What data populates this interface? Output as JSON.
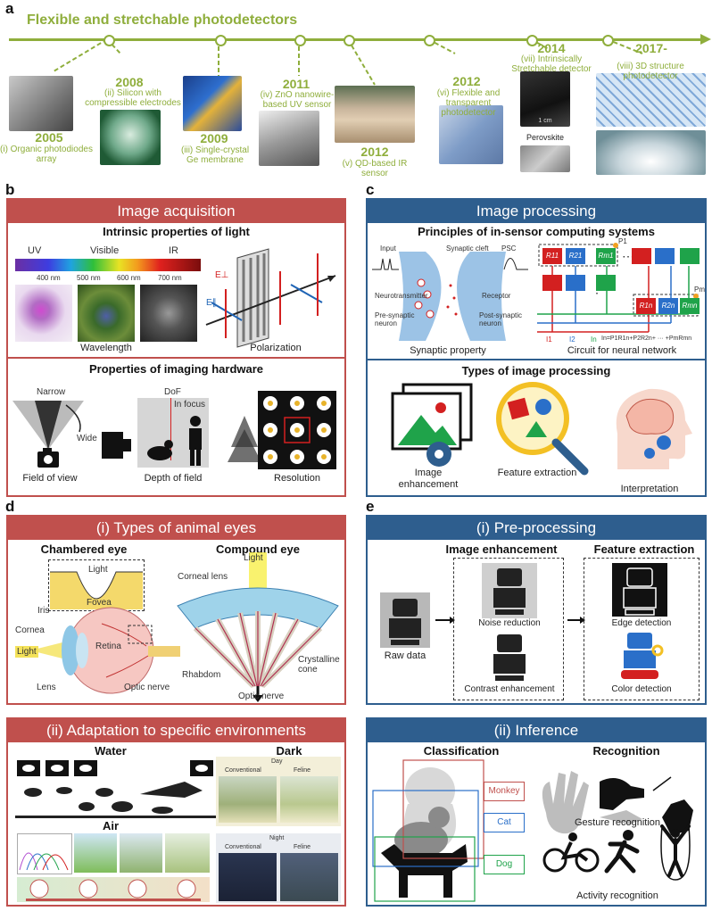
{
  "panels": {
    "a": "a",
    "b": "b",
    "c": "c",
    "d": "d",
    "e": "e"
  },
  "timeline": {
    "title": "Flexible and stretchable photodetectors",
    "milestones": [
      {
        "year": "2005",
        "caption": "(i) Organic photodiodes array"
      },
      {
        "year": "2008",
        "caption": "(ii) Silicon with compressible electrodes"
      },
      {
        "year": "2009",
        "caption": "(iii) Single-crystal Ge membrane"
      },
      {
        "year": "2011",
        "caption": "(iv) ZnO nanowire-based UV sensor"
      },
      {
        "year": "2012",
        "caption": "(v) QD-based IR sensor"
      },
      {
        "year": "2012",
        "caption": "(vi) Flexible and transparent photodetector"
      },
      {
        "year": "2014",
        "caption": "(vii) Intrinsically Stretchable detector"
      },
      {
        "year": "2017-",
        "caption": "(viii) 3D structure photodetector"
      }
    ],
    "perovskite": "Perovskite",
    "scale": "1 cm"
  },
  "b": {
    "header": "Image acquisition",
    "intrinsic_title": "Intrinsic properties of light",
    "spectrum_labels": [
      "UV",
      "Visible",
      "IR"
    ],
    "spectrum_ticks": [
      "400 nm",
      "500 nm",
      "600 nm",
      "700 nm"
    ],
    "wavelength": "Wavelength",
    "polarization": "Polarization",
    "e_par": "E∥",
    "e_perp": "E⊥",
    "hardware_title": "Properties of imaging hardware",
    "narrow": "Narrow",
    "wide": "Wide",
    "fov": "Field of view",
    "dof_short": "DoF",
    "in_focus": "In focus",
    "dof": "Depth of field",
    "resolution": "Resolution"
  },
  "c": {
    "header": "Image processing",
    "principles_title": "Principles of in-sensor computing systems",
    "input": "Input",
    "synaptic_cleft": "Synaptic cleft",
    "psc": "PSC",
    "neurotransmitter": "Neurotransmitter",
    "receptor": "Receptor",
    "pre": "Pre-synaptic neuron",
    "post": "Post-synaptic neuron",
    "synaptic_property": "Synaptic property",
    "circuit": "Circuit for neural network",
    "r_top": [
      "R11",
      "R21",
      "Rm1"
    ],
    "r_bot": [
      "R1n",
      "R2n",
      "Rmn"
    ],
    "p1": "P1",
    "pm": "Pm",
    "currents": [
      "I1",
      "I2",
      "In"
    ],
    "formula": "In=P1R1n+P2R2n+ ··· +PmRmn",
    "types_title": "Types of image processing",
    "enh": "Image enhancement",
    "feat": "Feature extraction",
    "interp": "Interpretation"
  },
  "d": {
    "header": "(i) Types of animal eyes",
    "chambered": "Chambered eye",
    "compound": "Compound eye",
    "light": "Light",
    "fovea": "Fovea",
    "iris": "Iris",
    "cornea": "Cornea",
    "retina": "Retina",
    "lens": "Lens",
    "optic": "Optic nerve",
    "corneal_lens": "Corneal lens",
    "crystalline": "Crystalline cone",
    "rhabdom": "Rhabdom",
    "header2": "(ii) Adaptation to specific environments",
    "water": "Water",
    "dark": "Dark",
    "air": "Air",
    "day": "Day",
    "night": "Night",
    "conventional": "Conventional",
    "feline": "Feline"
  },
  "e": {
    "header": "(i) Pre-processing",
    "enh_title": "Image enhancement",
    "feat_title": "Feature extraction",
    "raw": "Raw data",
    "noise": "Noise reduction",
    "contrast": "Contrast enhancement",
    "edge": "Edge detection",
    "color": "Color detection",
    "header2": "(ii) Inference",
    "classification": "Classification",
    "recognition": "Recognition",
    "monkey": "Monkey",
    "cat": "Cat",
    "dog": "Dog",
    "gesture": "Gesture recognition",
    "activity": "Activity recognition"
  }
}
